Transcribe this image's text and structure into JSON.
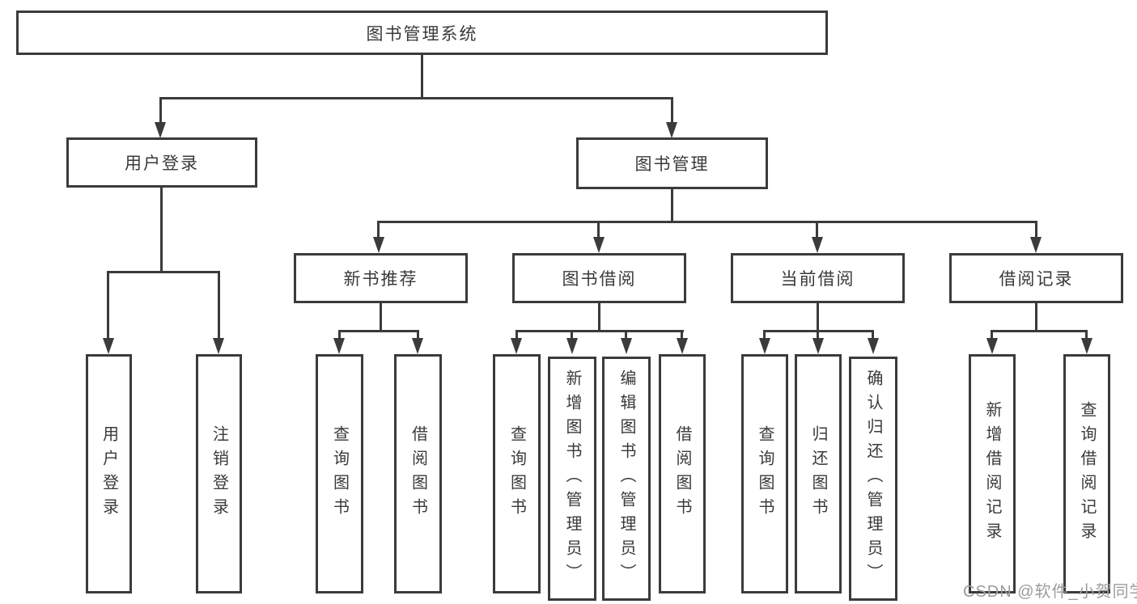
{
  "tree": {
    "root": {
      "label": "图书管理系统"
    },
    "branches": [
      {
        "label": "用户登录",
        "children": [
          {
            "label": "用户登录"
          },
          {
            "label": "注销登录"
          }
        ]
      },
      {
        "label": "图书管理",
        "children": [
          {
            "label": "新书推荐",
            "children": [
              {
                "label": "查询图书"
              },
              {
                "label": "借阅图书"
              }
            ]
          },
          {
            "label": "图书借阅",
            "children": [
              {
                "label": "查询图书"
              },
              {
                "label": "新增图书（管理员）"
              },
              {
                "label": "编辑图书（管理员）"
              },
              {
                "label": "借阅图书"
              }
            ]
          },
          {
            "label": "当前借阅",
            "children": [
              {
                "label": "查询图书"
              },
              {
                "label": "归还图书"
              },
              {
                "label": "确认归还（管理员）"
              }
            ]
          },
          {
            "label": "借阅记录",
            "children": [
              {
                "label": "新增借阅记录"
              },
              {
                "label": "查询借阅记录"
              }
            ]
          }
        ]
      }
    ]
  },
  "watermark": {
    "text": "CSDN @软件_小贺同学"
  },
  "icons": {
    "connector_arrow": "arrow-down"
  },
  "colors": {
    "line": "#3b3b3b",
    "text": "#3a3a3a",
    "background": "#ffffff",
    "watermark": "#9c9c9c"
  }
}
